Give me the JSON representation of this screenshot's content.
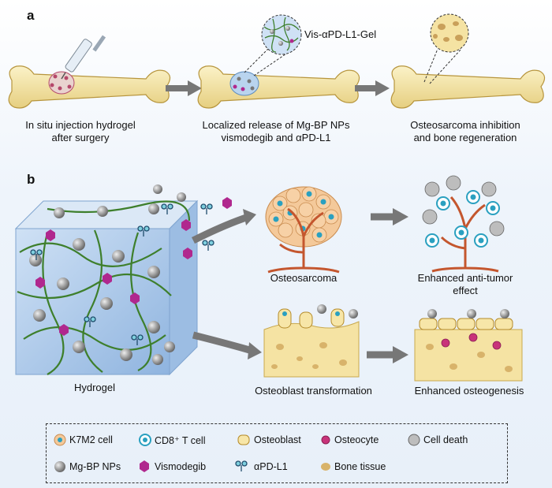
{
  "panel_a": {
    "letter": "a",
    "gel_name": "Vis-αPD-L1-Gel",
    "steps": [
      {
        "line1": "In situ injection hydrogel",
        "line2": "after surgery"
      },
      {
        "line1": "Localized release of Mg-BP NPs",
        "line2": "vismodegib and αPD-L1"
      },
      {
        "line1": "Osteosarcoma inhibition",
        "line2": "and bone regeneration"
      }
    ]
  },
  "panel_b": {
    "letter": "b",
    "hydrogel": "Hydrogel",
    "osteosarcoma": "Osteosarcoma",
    "antitumor_line1": "Enhanced anti-tumor",
    "antitumor_line2": "effect",
    "osteoblast_transformation": "Osteoblast transformation",
    "osteogenesis": "Enhanced osteogenesis"
  },
  "legend": {
    "items": [
      {
        "key": "k7m2",
        "label": "K7M2 cell"
      },
      {
        "key": "cd8",
        "label": "CD8⁺ T cell"
      },
      {
        "key": "osteoblast",
        "label": "Osteoblast"
      },
      {
        "key": "osteocyte",
        "label": "Osteocyte"
      },
      {
        "key": "death",
        "label": "Cell death"
      },
      {
        "key": "mgbp",
        "label": "Mg-BP NPs"
      },
      {
        "key": "vismo",
        "label": "Vismodegib"
      },
      {
        "key": "apdl1",
        "label": "αPD-L1"
      },
      {
        "key": "bone",
        "label": "Bone tissue"
      }
    ]
  },
  "colors": {
    "bone": "#f2e3a6",
    "bone_edge": "#c9a94e",
    "gel": "#a9c9ec",
    "fiber": "#3e7f2c",
    "np": "#8a8a8a",
    "vismo": "#b0288e",
    "tcell": "#2aa0c0",
    "vessel": "#c4562e",
    "arrow": "#777777"
  }
}
